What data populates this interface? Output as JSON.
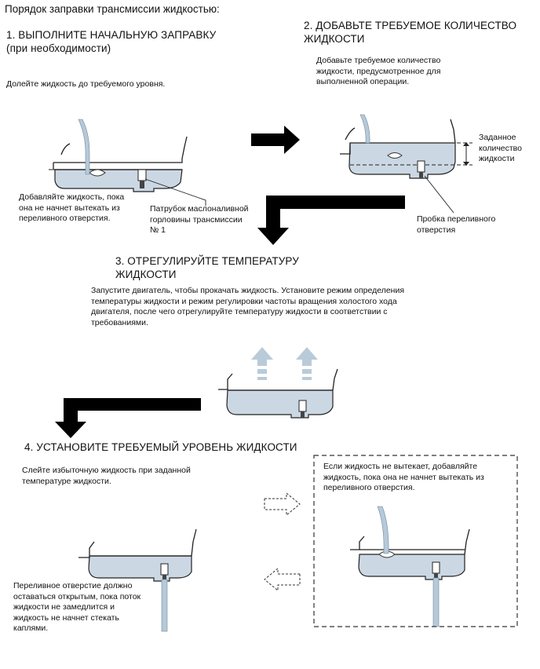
{
  "title": "Порядок заправки трансмиссии жидкостью:",
  "step1": {
    "heading": "1. ВЫПОЛНИТЕ НАЧАЛЬНУЮ ЗАПРАВКУ\n(при необходимости)",
    "text": "Долейте жидкость до требуемого уровня.",
    "caption_left": "Добавляйте жидкость, пока\nона не начнет вытекать из\nпереливного отверстия.",
    "caption_right": "Патрубок маслоналивной\nгорловины трансмиссии\n№ 1"
  },
  "step2": {
    "heading": "2. ДОБАВЬТЕ ТРЕБУЕМОЕ КОЛИЧЕСТВО\nЖИДКОСТИ",
    "text": "Добавьте требуемое количество\nжидкости, предусмотренное для\nвыполненной операции.",
    "label_amount": "Заданное\nколичество\nжидкости",
    "label_plug": "Пробка переливного\nотверстия"
  },
  "step3": {
    "heading": "3. ОТРЕГУЛИРУЙТЕ ТЕМПЕРАТУРУ\nЖИДКОСТИ",
    "text": "Запустите двигатель, чтобы прокачать жидкость. Установите режим определения\nтемпературы жидкости и режим регулировки частоты вращения холостого хода\nдвигателя, после чего отрегулируйте температуру жидкости в соответствии с\nтребованиями."
  },
  "step4": {
    "heading": "4. УСТАНОВИТЕ ТРЕБУЕМЫЙ УРОВЕНЬ ЖИДКОСТИ",
    "text": "Слейте избыточную жидкость при заданной\nтемпературе жидкости.",
    "caption_left": "Переливное отверстие должно\nоставаться открытым, пока поток\nжидкости не замедлится и\nжидкость не начнет стекать\nкаплями.",
    "box_text": "Если жидкость не вытекает, добавляйте\nжидкость, пока она не начнет вытекать из\nпереливного отверстия."
  },
  "colors": {
    "fluid": "#cbd8e3",
    "arrow": "#000000",
    "stream": "#b7c9d8"
  },
  "icons": [
    "arrow-right-icon",
    "arrow-down-left-icon",
    "heat-arrow-icon",
    "dashed-arrow-icon"
  ]
}
